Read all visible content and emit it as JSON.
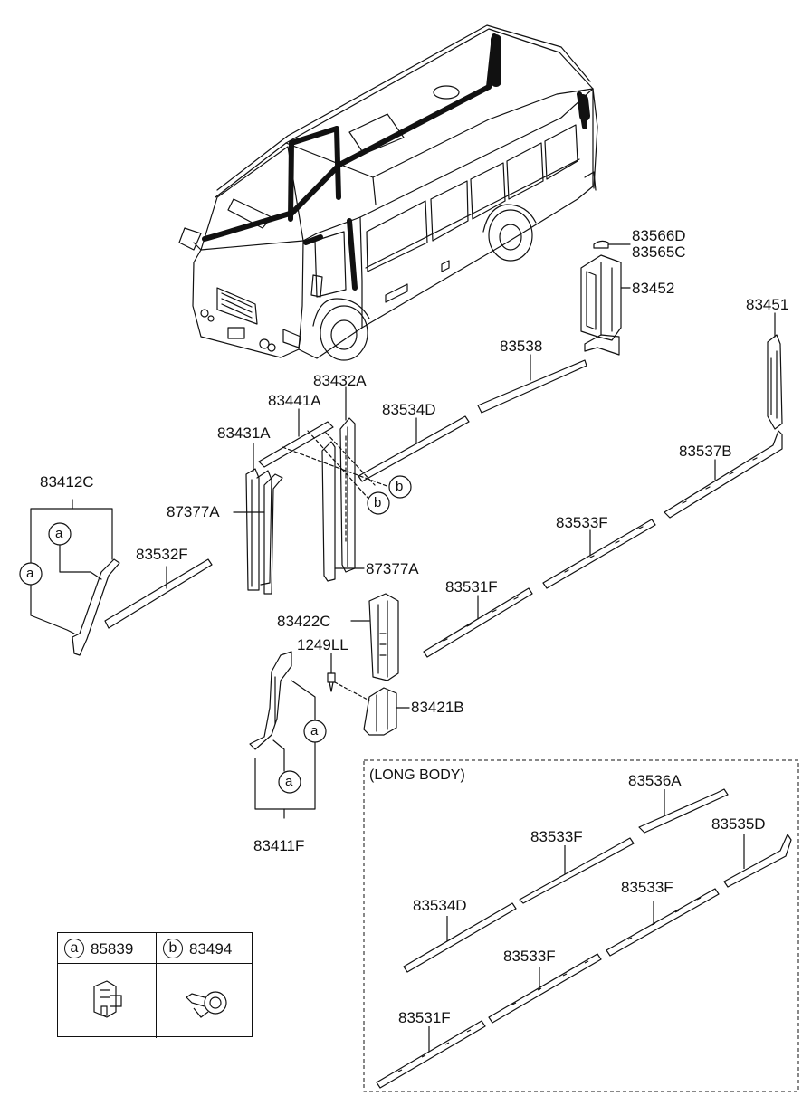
{
  "parts": {
    "p83566D": "83566D",
    "p83565C": "83565C",
    "p83452": "83452",
    "p83451": "83451",
    "p83538": "83538",
    "p83432A": "83432A",
    "p83441A": "83441A",
    "p83534D": "83534D",
    "p83431A": "83431A",
    "p83537B": "83537B",
    "p83412C": "83412C",
    "p87377A_1": "87377A",
    "p87377A_2": "87377A",
    "p83533F": "83533F",
    "p83532F": "83532F",
    "p83531F": "83531F",
    "p83422C": "83422C",
    "p1249LL": "1249LL",
    "p83421B": "83421B",
    "p83411F": "83411F"
  },
  "long_body": {
    "title": "(LONG BODY)",
    "p83536A": "83536A",
    "p83533F_a": "83533F",
    "p83535D": "83535D",
    "p83533F_b": "83533F",
    "p83534D": "83534D",
    "p83533F_c": "83533F",
    "p83531F": "83531F"
  },
  "callouts": {
    "a": "a",
    "b": "b"
  },
  "legend": {
    "a_letter": "a",
    "a_code": "85839",
    "b_letter": "b",
    "b_code": "83494"
  }
}
